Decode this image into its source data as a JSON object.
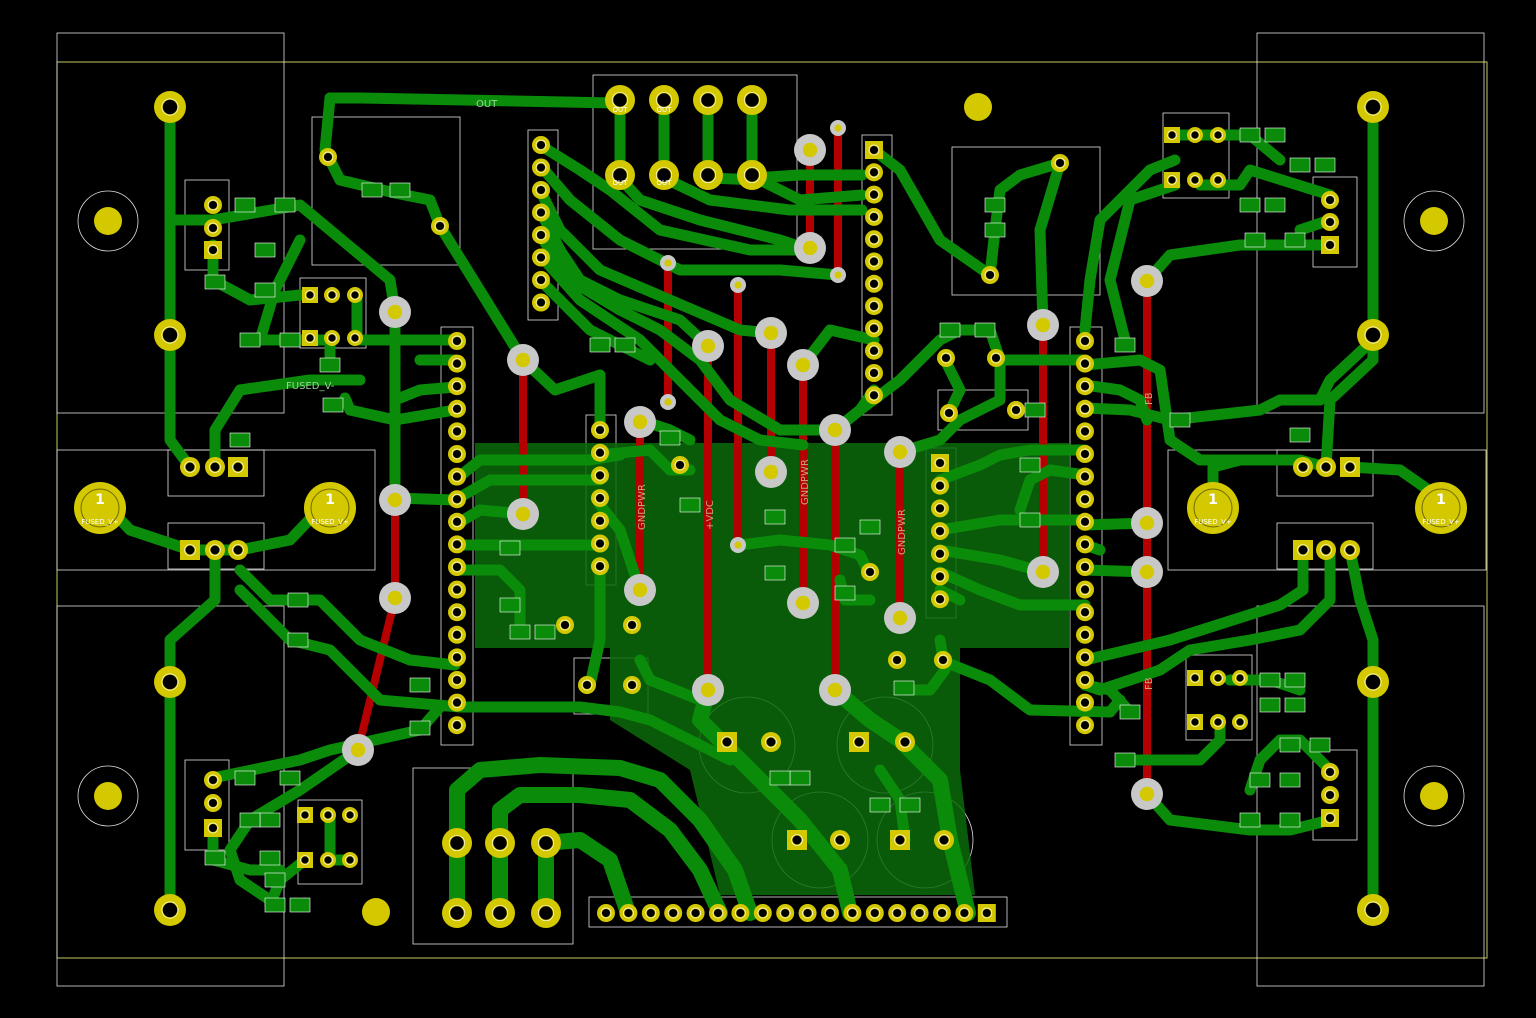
{
  "colors": {
    "background": "#000000",
    "copper_front": "#0a8c0a",
    "copper_back": "#b40000",
    "pad": "#d4c800",
    "via": "#c8c8c8",
    "silkscreen": "#ffffff",
    "edge": "#c8c864"
  },
  "net_labels": {
    "out": "OUT",
    "fused_v_minus": "FUSED_V-",
    "gndpwr_1": "GNDPWR",
    "vdc": "+VDC",
    "gndpwr_2": "GNDPWR",
    "gndpwr_3": "GNDPWR",
    "fb_top": "FB",
    "fb_bottom": "FB"
  },
  "big_pads": [
    {
      "number": "1",
      "name": "FUSED_V+"
    },
    {
      "number": "1",
      "name": "FUSED_V+"
    },
    {
      "number": "1",
      "name": "FUSED_V+"
    },
    {
      "number": "1",
      "name": "FUSED_V+"
    }
  ],
  "terminal_labels": {
    "out_1": "OUT",
    "out_2": "OUT",
    "out_3": "OUT",
    "out_4": "OUT"
  }
}
